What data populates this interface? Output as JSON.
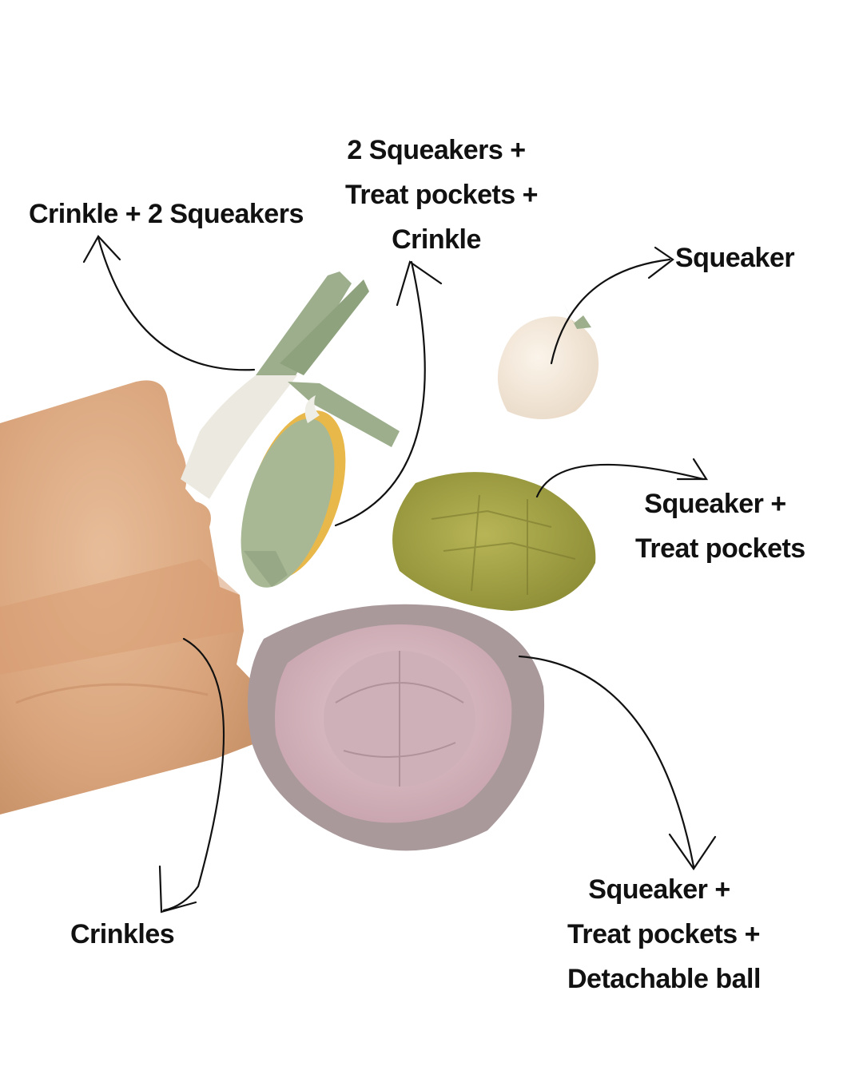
{
  "labels": {
    "onion": "Crinkle + 2 Squeakers",
    "corn": [
      "2 Squeakers +",
      "Treat pockets +",
      "Crinkle"
    ],
    "garlic": "Squeaker",
    "brussels": [
      "Squeaker +",
      "Treat pockets"
    ],
    "bag": "Crinkles",
    "cabbage": [
      "Squeaker +",
      "Treat pockets +",
      "Detachable ball"
    ]
  },
  "colors": {
    "bag": "#d9a47c",
    "onion_green": "#9cae8c",
    "onion_white": "#efeee6",
    "corn_green": "#a8b895",
    "corn_yellow": "#e8b84a",
    "garlic": "#f3e8da",
    "brussels": "#a4a446",
    "cabbage_pink": "#d4b4bd",
    "cabbage_grey": "#a9999b",
    "arrow": "#111111"
  }
}
